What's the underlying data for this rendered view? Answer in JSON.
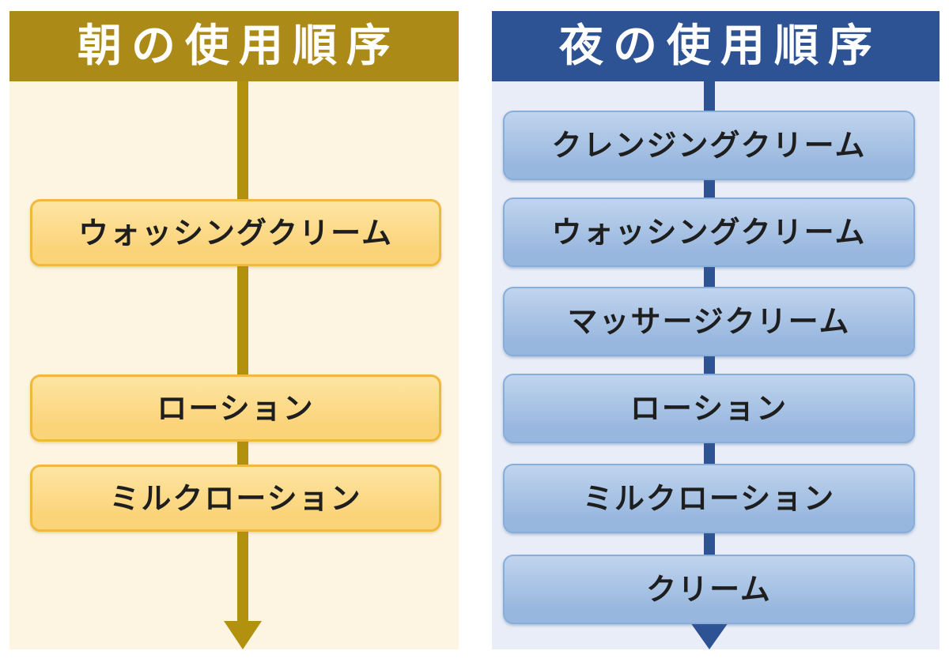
{
  "diagram": {
    "type": "flowchart",
    "panels": [
      {
        "id": "morning",
        "title": "朝の使用順序",
        "arrow_icon": "down-arrow",
        "theme": {
          "header_bg": "#ac8a17",
          "body_bg": "#fdf5e1",
          "line_color": "#b2910f",
          "box_fill_top": "#fde5a3",
          "box_fill_bottom": "#fbd378",
          "box_border": "#f0b83c",
          "title_color": "#ffffff",
          "step_text_color": "#1e1e1e"
        },
        "items": [
          {
            "label": "ウォッシングクリーム"
          },
          {
            "label": "ローション"
          },
          {
            "label": "ミルクローション"
          }
        ]
      },
      {
        "id": "night",
        "title": "夜の使用順序",
        "arrow_icon": "down-arrow",
        "theme": {
          "header_bg": "#2e5395",
          "body_bg": "#e8edf7",
          "line_color": "#2e5395",
          "box_fill_top": "#c0d4ee",
          "box_fill_bottom": "#98b7de",
          "box_border": "#87aedb",
          "title_color": "#ffffff",
          "step_text_color": "#1e1e1e"
        },
        "items": [
          {
            "label": "クレンジングクリーム"
          },
          {
            "label": "ウォッシングクリーム"
          },
          {
            "label": "マッサージクリーム"
          },
          {
            "label": "ローション"
          },
          {
            "label": "ミルクローション"
          },
          {
            "label": "クリーム"
          }
        ]
      }
    ]
  }
}
